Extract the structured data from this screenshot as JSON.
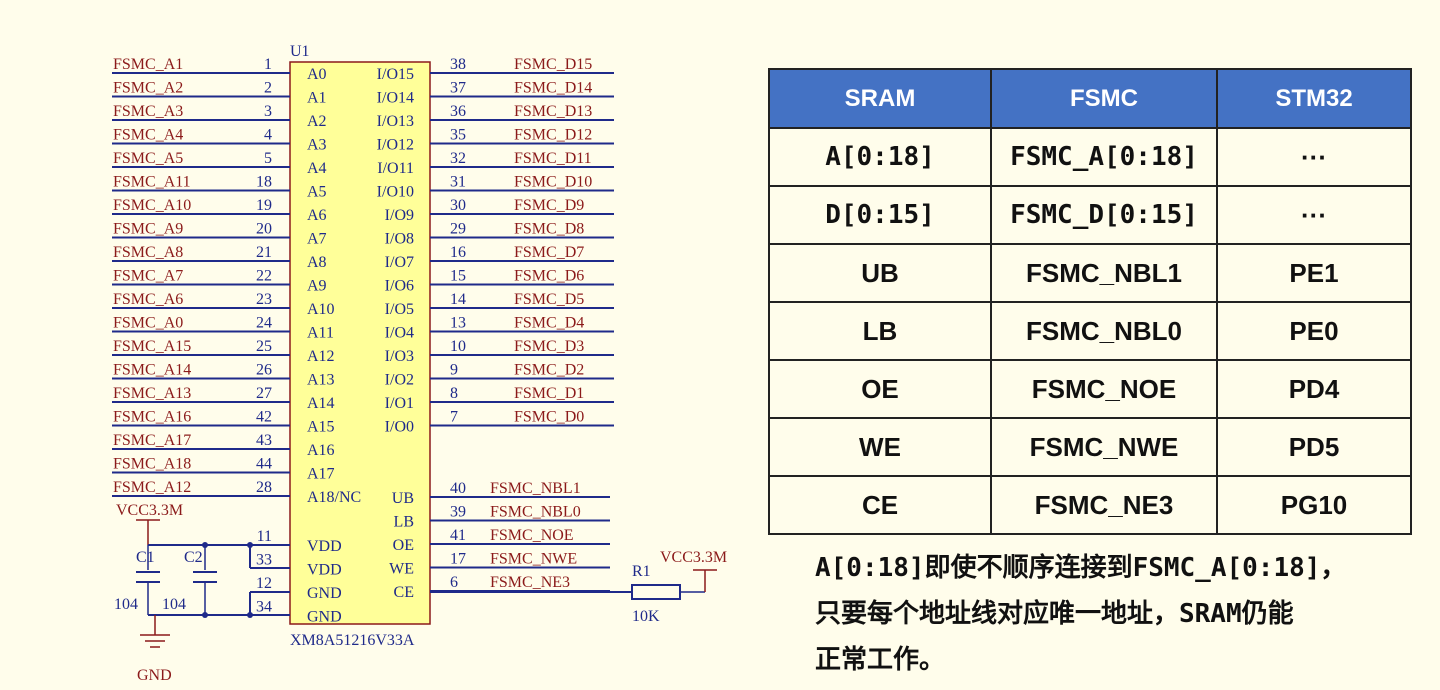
{
  "schematic": {
    "designator": "U1",
    "part_number": "XM8A51216V33A",
    "left_pins": [
      {
        "net": "FSMC_A1",
        "pin": "1",
        "name": "A0"
      },
      {
        "net": "FSMC_A2",
        "pin": "2",
        "name": "A1"
      },
      {
        "net": "FSMC_A3",
        "pin": "3",
        "name": "A2"
      },
      {
        "net": "FSMC_A4",
        "pin": "4",
        "name": "A3"
      },
      {
        "net": "FSMC_A5",
        "pin": "5",
        "name": "A4"
      },
      {
        "net": "FSMC_A11",
        "pin": "18",
        "name": "A5"
      },
      {
        "net": "FSMC_A10",
        "pin": "19",
        "name": "A6"
      },
      {
        "net": "FSMC_A9",
        "pin": "20",
        "name": "A7"
      },
      {
        "net": "FSMC_A8",
        "pin": "21",
        "name": "A8"
      },
      {
        "net": "FSMC_A7",
        "pin": "22",
        "name": "A9"
      },
      {
        "net": "FSMC_A6",
        "pin": "23",
        "name": "A10"
      },
      {
        "net": "FSMC_A0",
        "pin": "24",
        "name": "A11"
      },
      {
        "net": "FSMC_A15",
        "pin": "25",
        "name": "A12"
      },
      {
        "net": "FSMC_A14",
        "pin": "26",
        "name": "A13"
      },
      {
        "net": "FSMC_A13",
        "pin": "27",
        "name": "A14"
      },
      {
        "net": "FSMC_A16",
        "pin": "42",
        "name": "A15"
      },
      {
        "net": "FSMC_A17",
        "pin": "43",
        "name": "A16"
      },
      {
        "net": "FSMC_A18",
        "pin": "44",
        "name": "A17"
      },
      {
        "net": "FSMC_A12",
        "pin": "28",
        "name": "A18/NC"
      }
    ],
    "right_pins": [
      {
        "name": "I/O15",
        "pin": "38",
        "net": "FSMC_D15"
      },
      {
        "name": "I/O14",
        "pin": "37",
        "net": "FSMC_D14"
      },
      {
        "name": "I/O13",
        "pin": "36",
        "net": "FSMC_D13"
      },
      {
        "name": "I/O12",
        "pin": "35",
        "net": "FSMC_D12"
      },
      {
        "name": "I/O11",
        "pin": "32",
        "net": "FSMC_D11"
      },
      {
        "name": "I/O10",
        "pin": "31",
        "net": "FSMC_D10"
      },
      {
        "name": "I/O9",
        "pin": "30",
        "net": "FSMC_D9"
      },
      {
        "name": "I/O8",
        "pin": "29",
        "net": "FSMC_D8"
      },
      {
        "name": "I/O7",
        "pin": "16",
        "net": "FSMC_D7"
      },
      {
        "name": "I/O6",
        "pin": "15",
        "net": "FSMC_D6"
      },
      {
        "name": "I/O5",
        "pin": "14",
        "net": "FSMC_D5"
      },
      {
        "name": "I/O4",
        "pin": "13",
        "net": "FSMC_D4"
      },
      {
        "name": "I/O3",
        "pin": "10",
        "net": "FSMC_D3"
      },
      {
        "name": "I/O2",
        "pin": "9",
        "net": "FSMC_D2"
      },
      {
        "name": "I/O1",
        "pin": "8",
        "net": "FSMC_D1"
      },
      {
        "name": "I/O0",
        "pin": "7",
        "net": "FSMC_D0"
      }
    ],
    "control_pins": [
      {
        "name": "UB",
        "pin": "40",
        "net": "FSMC_NBL1"
      },
      {
        "name": "LB",
        "pin": "39",
        "net": "FSMC_NBL0"
      },
      {
        "name": "OE",
        "pin": "41",
        "net": "FSMC_NOE"
      },
      {
        "name": "WE",
        "pin": "17",
        "net": "FSMC_NWE"
      },
      {
        "name": "CE",
        "pin": "6",
        "net": "FSMC_NE3"
      }
    ],
    "power_pins": [
      {
        "name": "VDD",
        "pin": "11"
      },
      {
        "name": "VDD",
        "pin": "33"
      },
      {
        "name": "GND",
        "pin": "12"
      },
      {
        "name": "GND",
        "pin": "34"
      }
    ],
    "vcc_label": "VCC3.3M",
    "gnd_label": "GND",
    "c1": {
      "ref": "C1",
      "value": "104"
    },
    "c2": {
      "ref": "C2",
      "value": "104"
    },
    "r1": {
      "ref": "R1",
      "value": "10K"
    },
    "colors": {
      "net": "#8B1A1A",
      "wire": "#1F2A8A",
      "body": "#FFFF99",
      "pin_text": "#1F2A8A"
    }
  },
  "table": {
    "headers": [
      "SRAM",
      "FSMC",
      "STM32"
    ],
    "rows": [
      [
        "A[0:18]",
        "FSMC_A[0:18]",
        "···"
      ],
      [
        "D[0:15]",
        "FSMC_D[0:15]",
        "···"
      ],
      [
        "UB",
        "FSMC_NBL1",
        "PE1"
      ],
      [
        "LB",
        "FSMC_NBL0",
        "PE0"
      ],
      [
        "OE",
        "FSMC_NOE",
        "PD4"
      ],
      [
        "WE",
        "FSMC_NWE",
        "PD5"
      ],
      [
        "CE",
        "FSMC_NE3",
        "PG10"
      ]
    ],
    "header_color": "#4472C4"
  },
  "note": {
    "line1": "A[0:18]即使不顺序连接到FSMC_A[0:18]，",
    "line2": "只要每个地址线对应唯一地址，SRAM仍能",
    "line3": "正常工作。"
  }
}
